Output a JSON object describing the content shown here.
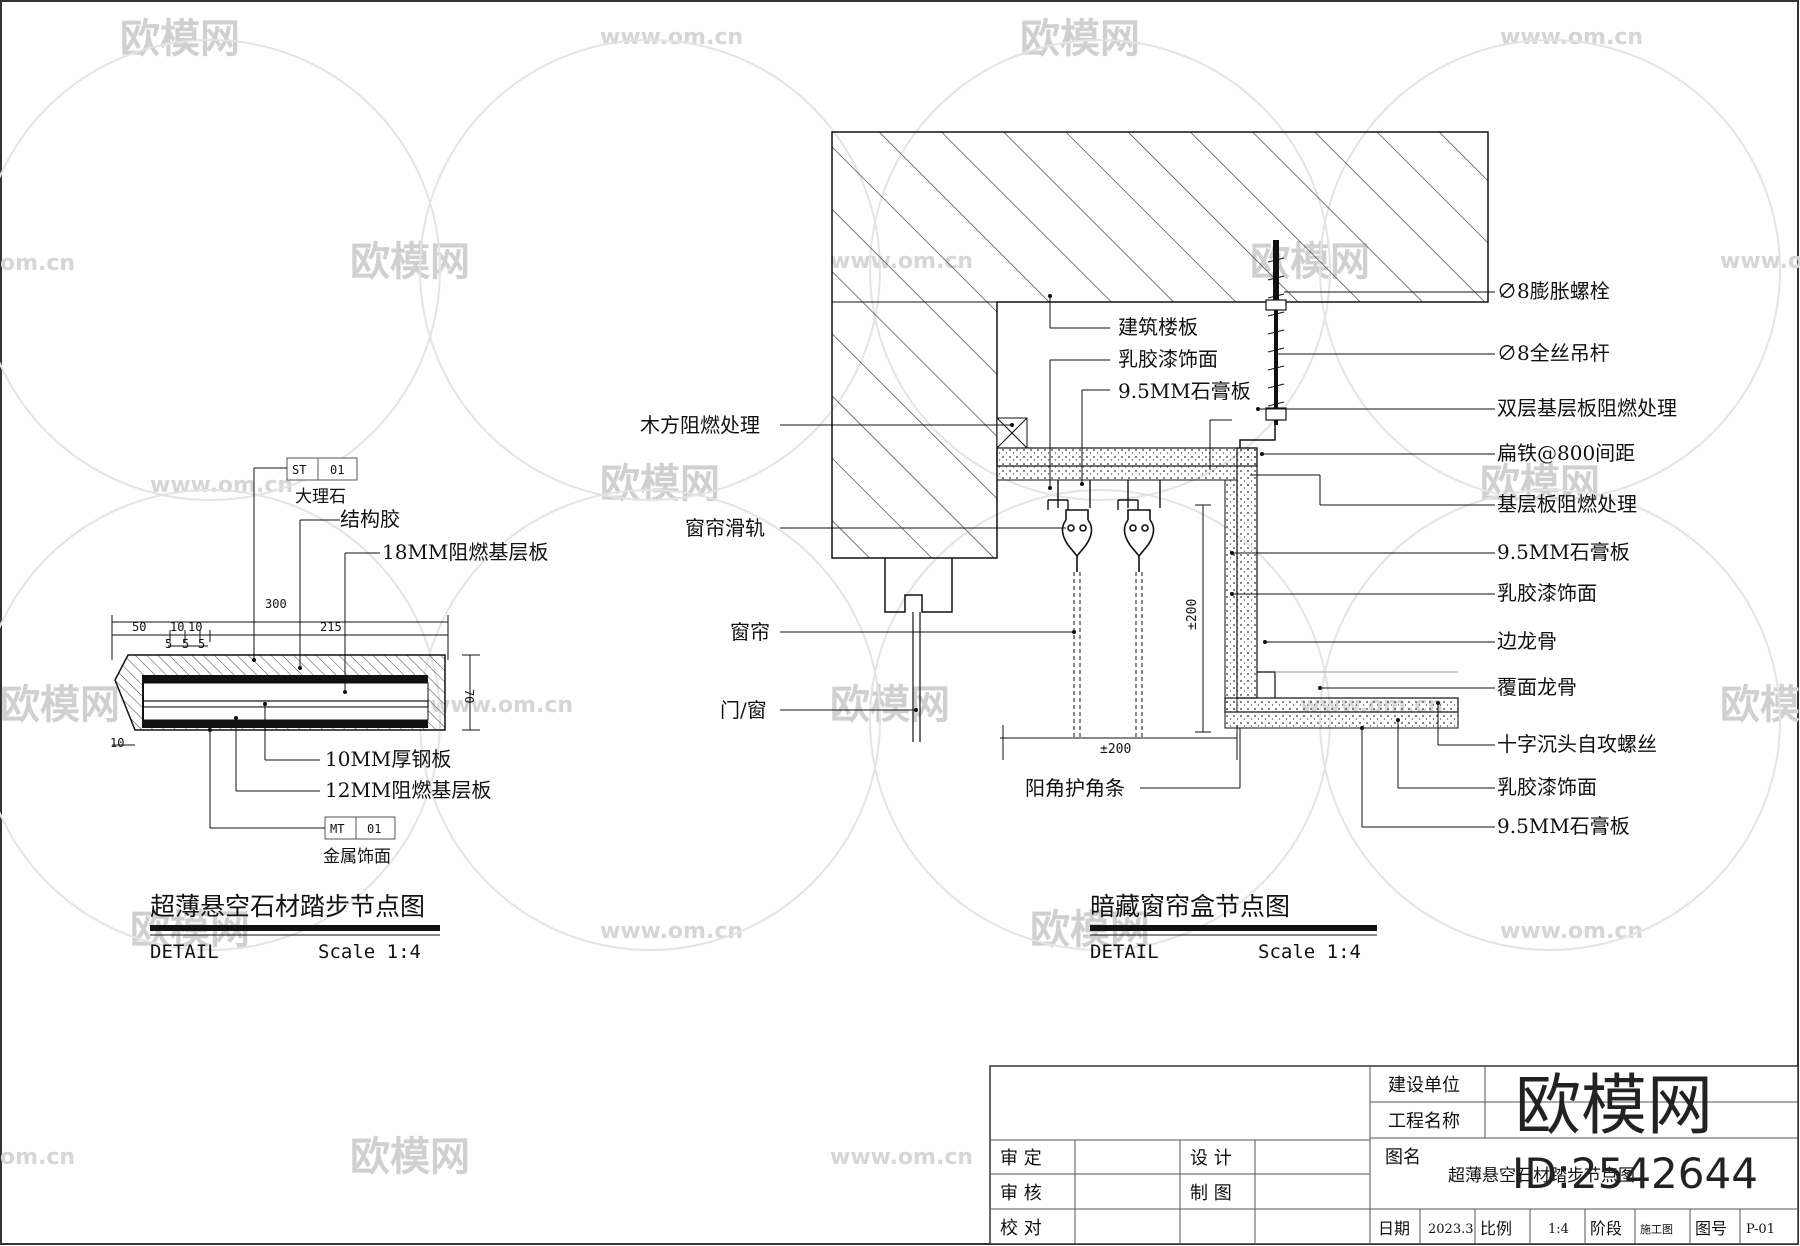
{
  "watermark": {
    "brand": "欧模网",
    "url": "www.om.cn",
    "url_short": "om.cn"
  },
  "detail_stair": {
    "title": "超薄悬空石材踏步节点图",
    "detail_label": "DETAIL",
    "scale": "Scale 1:4",
    "tag_top": {
      "code1": "ST",
      "code2": "01",
      "name": "大理石"
    },
    "tag_bottom": {
      "code1": "MT",
      "code2": "01",
      "name": "金属饰面"
    },
    "labels": [
      "结构胶",
      "18MM阻燃基层板",
      "10MM厚钢板",
      "12MM阻燃基层板"
    ],
    "dims": {
      "total": "300",
      "d50": "50",
      "d10a": "10",
      "d10b": "10",
      "d215": "215",
      "d5a": "5",
      "d5b": "5",
      "d5c": "5",
      "d70": "70",
      "d10": "10"
    }
  },
  "detail_curtain": {
    "title": "暗藏窗帘盒节点图",
    "detail_label": "DETAIL",
    "scale": "Scale 1:4",
    "top_labels": [
      "建筑楼板",
      "乳胶漆饰面",
      "9.5MM石膏板"
    ],
    "left_labels": [
      "木方阻燃处理",
      "窗帘滑轨",
      "窗帘",
      "门/窗"
    ],
    "right_labels": [
      "∅8膨胀螺栓",
      "∅8全丝吊杆",
      "双层基层板阻燃处理",
      "扁铁@800间距",
      "基层板阻燃处理",
      "9.5MM石膏板",
      "乳胶漆饰面",
      "边龙骨",
      "覆面龙骨",
      "十字沉头自攻螺丝",
      "乳胶漆饰面",
      "9.5MM石膏板"
    ],
    "bottom_label": "阳角护角条",
    "dim_h": "±200",
    "dim_v": "±200"
  },
  "title_block": {
    "rows_left": [
      "审  定",
      "审  核",
      "校  对"
    ],
    "rows_mid": [
      "设  计",
      "制  图"
    ],
    "client_label": "建设单位",
    "project_label": "工程名称",
    "drawing_label": "图名",
    "drawing_name": "超薄悬空石材踏步节点图",
    "date_label": "日期",
    "date": "2023.3",
    "scale_label": "比例",
    "scale": "1:4",
    "stage_label": "阶段",
    "stage": "施工图",
    "number_label": "图号",
    "number": "P-01"
  },
  "brand_stamp": {
    "name": "欧模网",
    "id": "ID:2542644"
  }
}
